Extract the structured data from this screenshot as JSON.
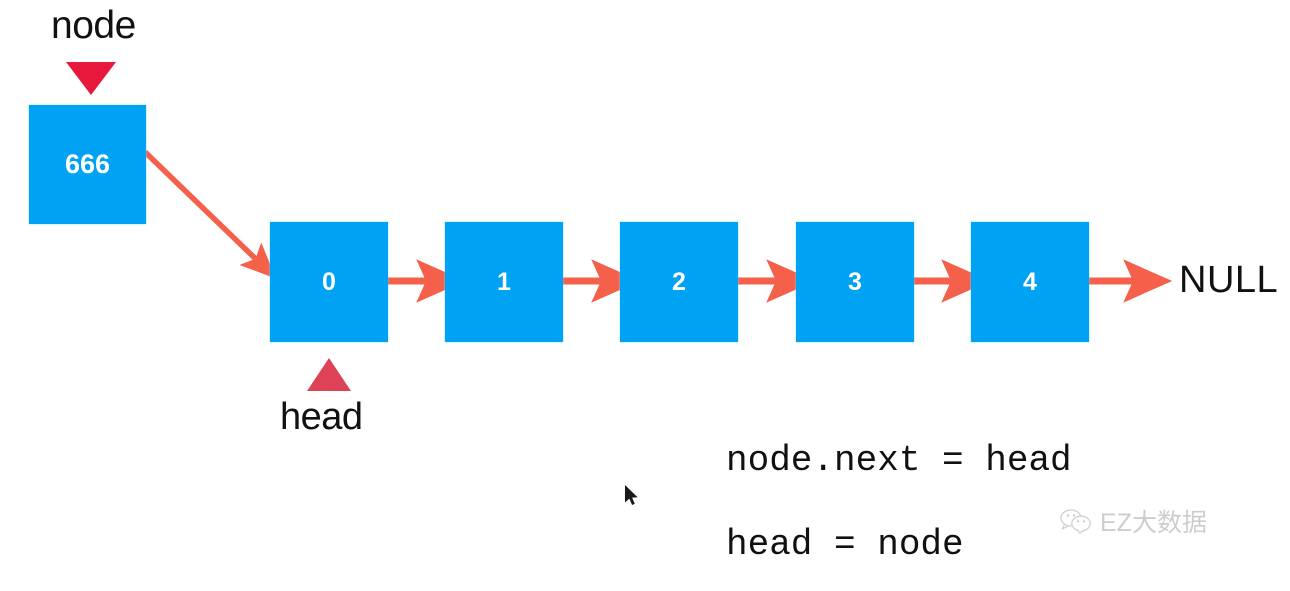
{
  "diagram": {
    "title_labels": {
      "node_label": "node",
      "head_label": "head",
      "null_label": "NULL"
    },
    "detached_node": {
      "value": "666",
      "name": "node"
    },
    "list_nodes": [
      {
        "value": "0"
      },
      {
        "value": "1"
      },
      {
        "value": "2"
      },
      {
        "value": "3"
      },
      {
        "value": "4"
      }
    ],
    "code_lines": [
      "node.next = head",
      "head = node"
    ],
    "colors": {
      "node_fill": "#00A2F3",
      "node_text": "#FFFFFF",
      "arrow": "#F4604A",
      "node_pointer_triangle": "#E8183C",
      "head_pointer_triangle": "#DE4257",
      "label_text": "#111111",
      "background": "#FFFFFF",
      "watermark": "#8A8A8A"
    },
    "icons": {
      "node_pointer": "triangle-down-icon",
      "head_pointer": "triangle-up-icon",
      "link_arrow": "arrow-right-icon",
      "insert_arrow": "arrow-diagonal-icon",
      "cursor": "mouse-cursor-icon",
      "watermark_logo": "wechat-bubbles-icon"
    }
  },
  "watermark": {
    "text": "EZ大数据"
  }
}
